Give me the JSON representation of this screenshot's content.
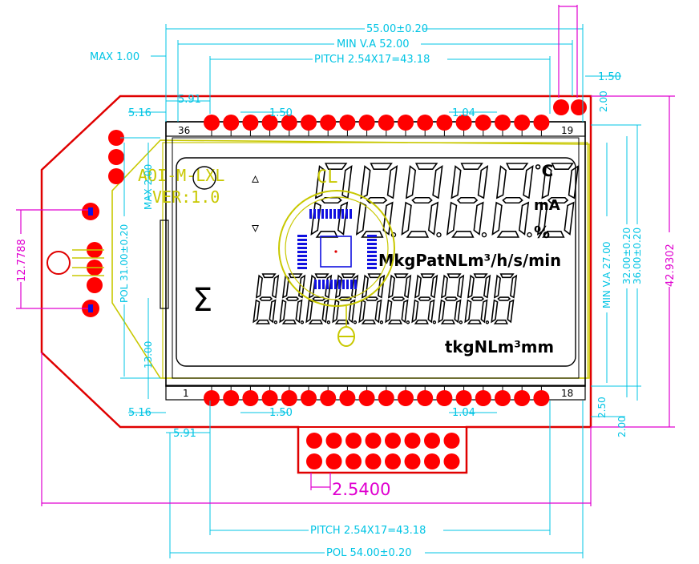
{
  "dimensions": {
    "overall_width": "55.00±0.20",
    "min_va": "MIN V.A 52.00",
    "pitch_top": "PITCH  2.54X17=43.18",
    "pitch_bottom": "PITCH  2.54X17=43.18",
    "pol_width": "POL 54.00±0.20",
    "max_left": "MAX  1.00",
    "offset_top_left": "5.16",
    "offset_top_left_b": "5.91",
    "pin_gap_top_left": "1.50",
    "pin_gap_top_right": "1.04",
    "offset_bottom_left": "5.16",
    "pin_gap_bottom_left": "1.50",
    "pin_gap_bottom_right": "1.04",
    "offset_bottom_left_b": "5.91",
    "right_top_gap": "1.50",
    "right_top_vert": "2.00",
    "right_va": "MIN  V.A  27.00",
    "right_32": "32.00±0.20",
    "right_36": "36.00±0.20",
    "right_bottom_a": "2.50",
    "right_bottom_b": "2.00",
    "left_pol": "POL  31.00±0.20",
    "left_max": "MAX  2.00",
    "left_13": "13.00",
    "pcb_height": "42.9302",
    "hole_spacing": "12.7788",
    "connector_pitch": "2.5400"
  },
  "pins": {
    "top_left_number": "36",
    "top_right_number": "19",
    "bottom_left_number": "1",
    "bottom_right_number": "18"
  },
  "lcd": {
    "up_arrow": "▵",
    "down_arrow": "▿",
    "sigma": "Σ",
    "unit_celsius": "℃",
    "unit_ma": "mA",
    "unit_percent": "%",
    "unit_row": "MkgPatNLm³/h/s/min",
    "unit_bottom": "tkgNLm³mm",
    "top_digits": [
      "8",
      "8",
      "8",
      "8",
      "8",
      "8"
    ],
    "bottom_digits": [
      "8",
      "8",
      "8",
      "8",
      "8",
      "8",
      "8",
      "8",
      "8",
      "8"
    ]
  },
  "silkscreen": {
    "line1": "AOI-M-LXL",
    "line2": "VER:1.0",
    "mark": "CL"
  },
  "colors": {
    "pcb_outline": "#e00000",
    "pads": "#ff0000",
    "dimension": "#00c4e4",
    "magenta_dim": "#e000d0",
    "silkscreen": "#c8c800",
    "chip_pads": "#1010e0"
  }
}
